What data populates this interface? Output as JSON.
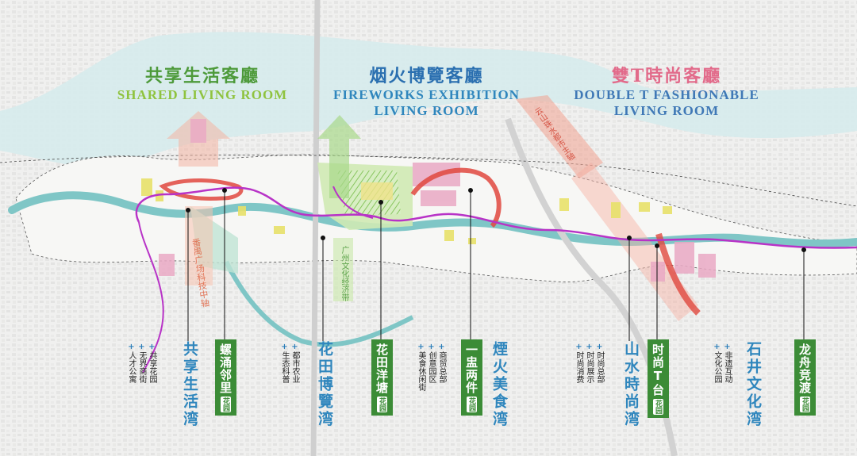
{
  "headers": [
    {
      "zh": "共享生活客廳",
      "en": [
        "SHARED LIVING ROOM"
      ],
      "zh_color": "#4d9a3a",
      "en_color": "#8fc33f"
    },
    {
      "zh": "烟火博覽客廳",
      "en": [
        "FIREWORKS EXHIBITION",
        "LIVING ROOM"
      ],
      "zh_color": "#2a6fb0",
      "en_color": "#2f86bd"
    },
    {
      "zh": "雙T時尚客廳",
      "en": [
        "DOUBLE T FASHIONABLE",
        "LIVING ROOM"
      ],
      "zh_color": "#e26a8a",
      "en_color": "#3f78b6"
    }
  ],
  "map_labels": {
    "axis_left": "番禺广场科技中轴",
    "axis_middle": "广州文化经济带",
    "axis_right": "云山珠水都市主轴"
  },
  "zones": [
    {
      "id": "shared",
      "bullets": [
        "共享花园",
        "无界商街",
        "人才公寓"
      ],
      "title": "共享生活湾",
      "box": "螺涌邻里",
      "garden": "花园"
    },
    {
      "id": "huatian",
      "bullets": [
        "都市农业",
        "生态科普"
      ],
      "title": "花田博覽湾",
      "box": "花田洋塘",
      "garden": "花园"
    },
    {
      "id": "yanhuo",
      "bullets": [
        "商贸总部",
        "创意园区",
        "美食休闲街"
      ],
      "title": "煙火美食湾",
      "box": "一盅两件",
      "garden": "花园"
    },
    {
      "id": "shanshui",
      "bullets": [
        "时尚总部",
        "时尚展示",
        "时尚消费"
      ],
      "title": "山水時尚湾",
      "box": "时尚T台",
      "garden": "花园"
    },
    {
      "id": "shijing",
      "bullets": [
        "非遗互动",
        "文化公园"
      ],
      "title": "石井文化湾",
      "box": "龙舟竞渡",
      "garden": "花园"
    }
  ],
  "colors": {
    "river": "#7fc6c6",
    "green_accent": "#3c8c37",
    "blue_accent": "#2f86bd",
    "pink_accent": "#e26a8a",
    "route": "#b833c7",
    "red_loop": "#e0483e"
  }
}
